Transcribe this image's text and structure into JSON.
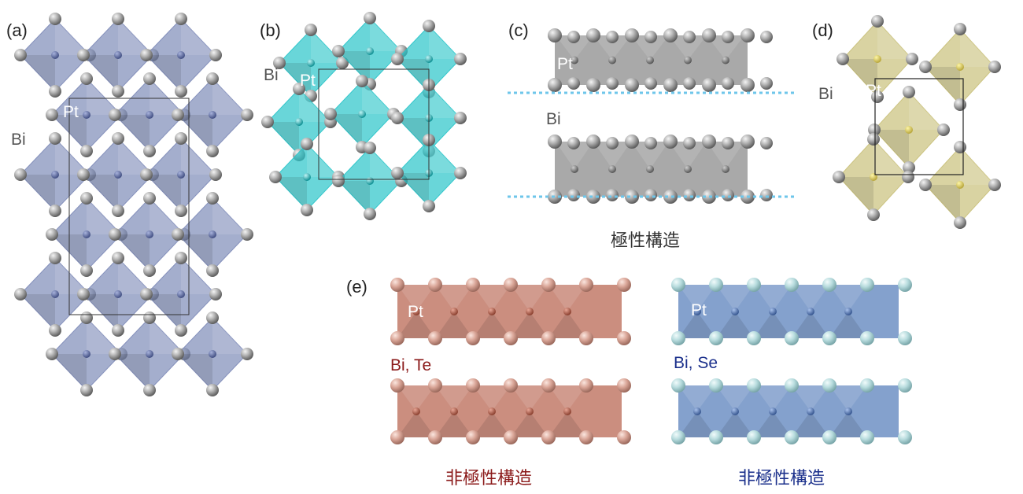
{
  "panels": {
    "a": {
      "label": "(a)",
      "bi": "Bi",
      "pt": "Pt"
    },
    "b": {
      "label": "(b)",
      "bi": "Bi",
      "pt": "Pt"
    },
    "c": {
      "label": "(c)",
      "bi": "Bi",
      "pt": "Pt",
      "caption": "極性構造"
    },
    "d": {
      "label": "(d)",
      "bi": "Bi",
      "pt": "Pt"
    },
    "e": {
      "label": "(e)",
      "left": {
        "pt": "Pt",
        "anion": "Bi, Te",
        "caption": "非極性構造"
      },
      "right": {
        "pt": "Pt",
        "anion": "Bi, Se",
        "caption": "非極性構造"
      }
    }
  },
  "colors": {
    "a_poly": "#7e8bb8",
    "b_poly": "#29c4c9",
    "c_poly": "#9a9a9a",
    "d_poly": "#c9c07a",
    "e_left_poly": "#c27a68",
    "e_right_poly": "#6f90c4",
    "bite_text": "#8b1a1a",
    "bise_text": "#1a2f8b",
    "dotted_line": "#6ec6ea",
    "atom_gray": "#8a8a8a"
  }
}
